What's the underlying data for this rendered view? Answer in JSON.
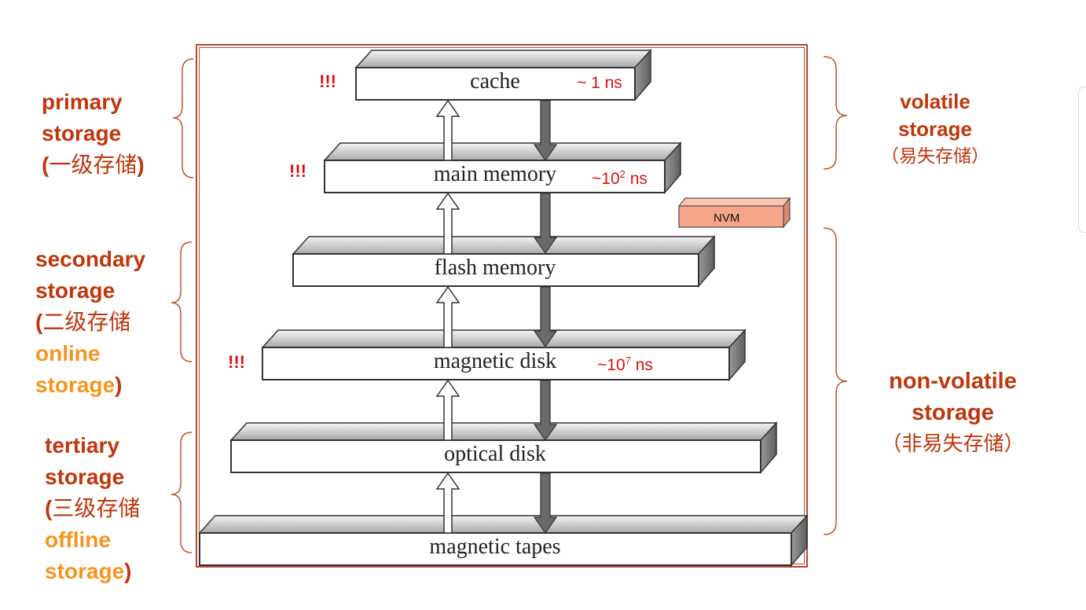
{
  "left_labels": {
    "primary": {
      "l1": "primary",
      "l2": "storage",
      "l3_open": "(",
      "l3_cn": "一级存储",
      "l3_close": ")"
    },
    "secondary": {
      "l1": "secondary",
      "l2": "storage",
      "l3_open": "(",
      "l3_cn": "二级存储",
      "l4": "online",
      "l5": "storage",
      "l5_close": ")"
    },
    "tertiary": {
      "l1": "tertiary",
      "l2": "storage",
      "l3_open": "(",
      "l3_cn": "三级存储",
      "l4": "offline",
      "l5": "storage",
      "l5_close": ")"
    }
  },
  "right_labels": {
    "volatile": {
      "l1": "volatile",
      "l2": "storage",
      "cn": "（易失存储）"
    },
    "nonvolatile": {
      "l1": "non-volatile",
      "l2": "storage",
      "cn": "（非易失存储）"
    }
  },
  "levels": [
    "cache",
    "main memory",
    "flash memory",
    "magnetic disk",
    "optical disk",
    "magnetic tapes"
  ],
  "latency": {
    "cache": "~ 1 ns",
    "main_prefix": "~10",
    "main_exp": "2",
    "main_suffix": " ns",
    "disk_prefix": "~10",
    "disk_exp": "7",
    "disk_suffix": " ns"
  },
  "markers": {
    "cache": "!!!",
    "main": "!!!",
    "disk": "!!!"
  },
  "nvm": "NVM",
  "colors": {
    "label_red": "#c0360c",
    "label_orange": "#f7941d",
    "latency_red": "#e01010",
    "frame": "#b5472e",
    "nvm_fill": "#f4a58a"
  }
}
